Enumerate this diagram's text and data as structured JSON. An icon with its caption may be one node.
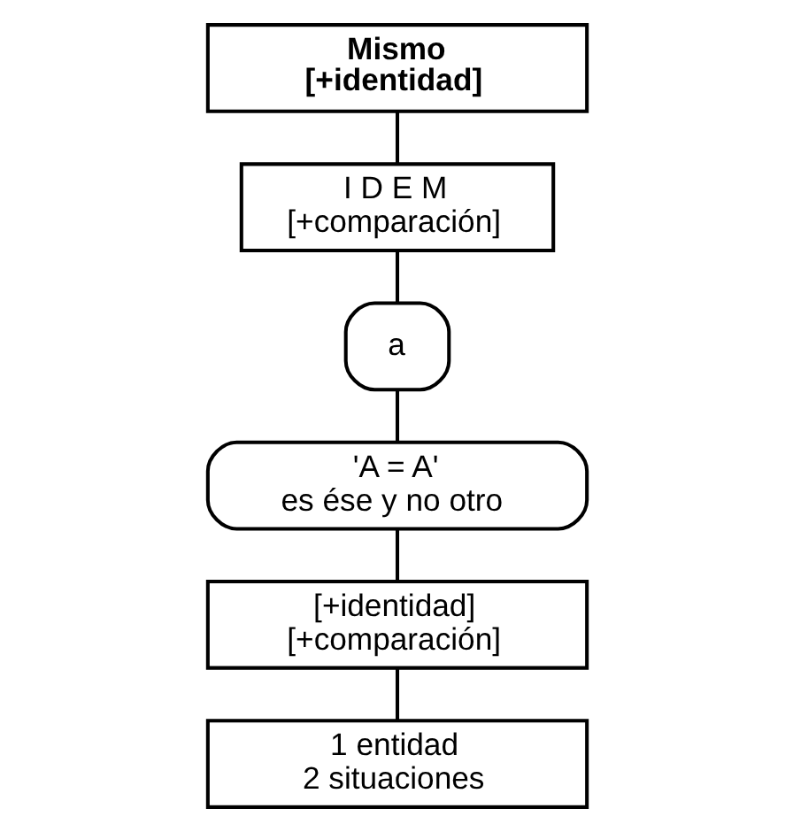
{
  "diagram": {
    "nodes": [
      {
        "text": [
          "Mismo",
          "[+identidad]"
        ]
      },
      {
        "text": [
          "I D E M",
          "[+comparación]"
        ]
      },
      {
        "text": [
          "a"
        ]
      },
      {
        "text": [
          "'A = A'",
          "es ése y no otro"
        ]
      },
      {
        "text": [
          "[+identidad]",
          "[+comparación]"
        ]
      },
      {
        "text": [
          "1 entidad",
          "2 situaciones"
        ]
      }
    ],
    "edges": [
      {
        "from": 0,
        "to": 1,
        "arrow": "none"
      },
      {
        "from": 1,
        "to": 2,
        "arrow": "none"
      },
      {
        "from": 2,
        "to": 3,
        "arrow": "none"
      },
      {
        "from": 3,
        "to": 4,
        "arrow": "none"
      },
      {
        "from": 4,
        "to": 5,
        "arrow": "none"
      }
    ]
  }
}
